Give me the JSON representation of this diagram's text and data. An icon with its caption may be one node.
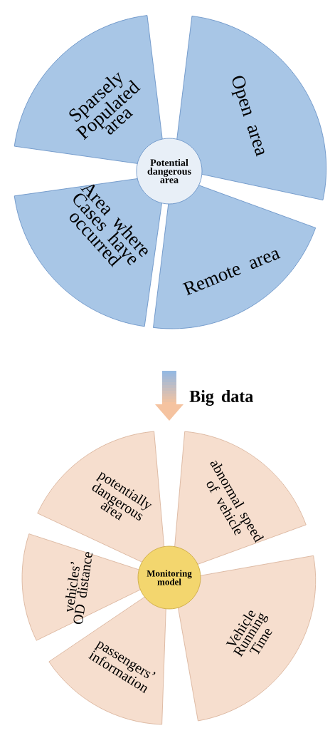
{
  "diagram": {
    "nodes": [
      {
        "text": [
          "Potential dangerous area"
        ]
      },
      {
        "text": [
          "Sparsely Populated area"
        ]
      },
      {
        "text": [
          "Open area"
        ]
      },
      {
        "text": [
          "Area where Cases have occurred"
        ]
      },
      {
        "text": [
          "Remote area"
        ]
      },
      {
        "text": [
          "Monitoring model"
        ]
      },
      {
        "text": [
          "potentially dangerous area"
        ]
      },
      {
        "text": [
          "abnormal speed of vehicle"
        ]
      },
      {
        "text": [
          "vehicles’ OD distance"
        ]
      },
      {
        "text": [
          "Vehicle Running Time"
        ]
      },
      {
        "text": [
          "passengers’ information"
        ]
      }
    ],
    "labels": [
      "Big data"
    ]
  }
}
